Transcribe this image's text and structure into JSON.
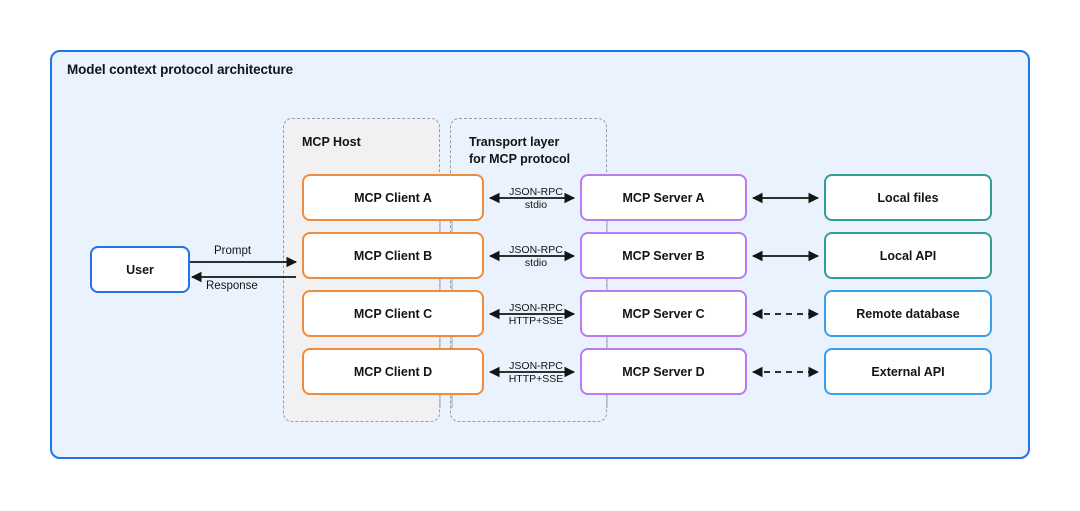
{
  "diagram": {
    "title": "Model context protocol architecture",
    "frame_color": "#2272e8",
    "frame_background": "#eaf2fd"
  },
  "groups": [
    {
      "name": "mcp-host",
      "label": "MCP Host",
      "style": "dashed",
      "fill": "#f1f1f4"
    },
    {
      "name": "transport-layer",
      "label": "Transport layer\nfor MCP protocol",
      "style": "dashed",
      "fill": "transparent"
    }
  ],
  "user": {
    "label": "User",
    "border_color": "#2272e8"
  },
  "flows": {
    "prompt": "Prompt",
    "response": "Response"
  },
  "rows": [
    {
      "client": "MCP Client A",
      "server": "MCP Server A",
      "resource": "Local files",
      "transport": "JSON-RPC\nstdio",
      "resource_link": "solid",
      "resource_color": "#2f9e93"
    },
    {
      "client": "MCP Client B",
      "server": "MCP Server B",
      "resource": "Local API",
      "transport": "JSON-RPC\nstdio",
      "resource_link": "solid",
      "resource_color": "#2f9e93"
    },
    {
      "client": "MCP Client C",
      "server": "MCP Server C",
      "resource": "Remote database",
      "transport": "JSON-RPC\nHTTP+SSE",
      "resource_link": "dashed",
      "resource_color": "#3aa0ea"
    },
    {
      "client": "MCP Client D",
      "server": "MCP Server D",
      "resource": "External API",
      "transport": "JSON-RPC\nHTTP+SSE",
      "resource_link": "dashed",
      "resource_color": "#3aa0ea"
    }
  ],
  "colors": {
    "client_border": "#f08c3c",
    "server_border": "#b77cf5",
    "arrow": "#141414"
  }
}
